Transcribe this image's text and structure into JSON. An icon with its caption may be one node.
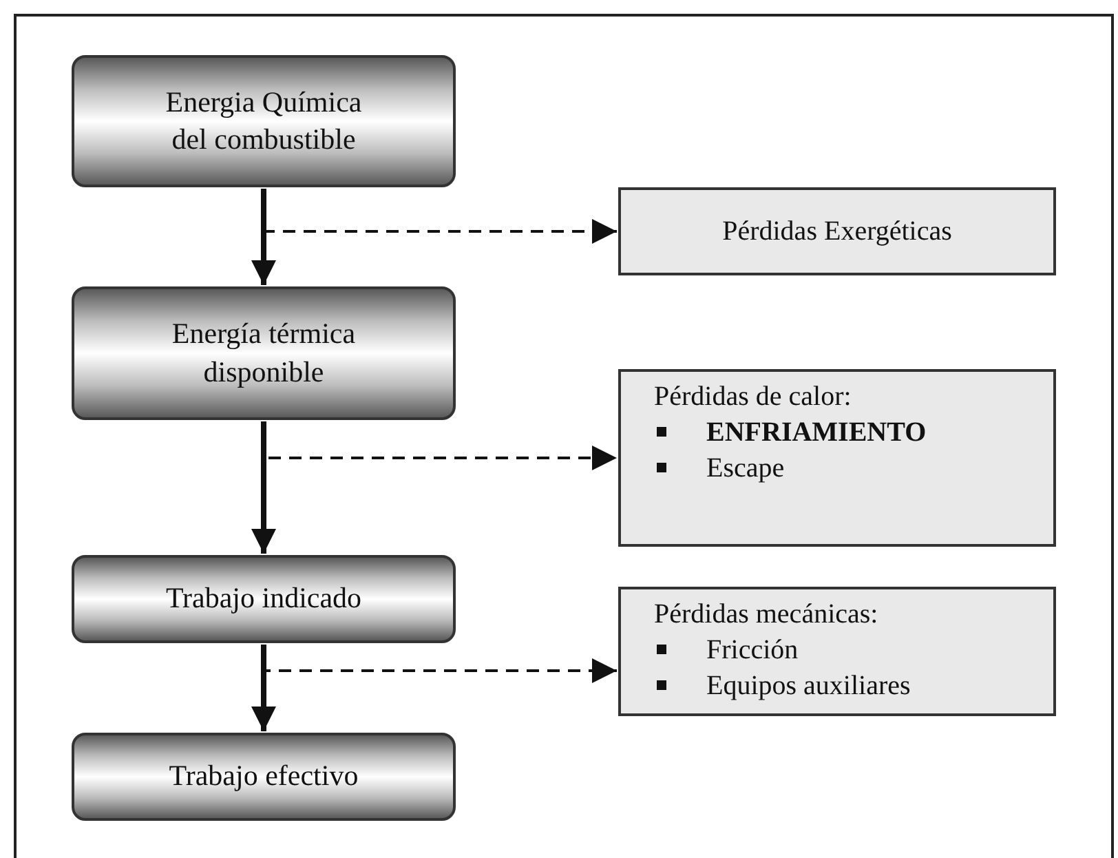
{
  "diagram": {
    "nodes": [
      {
        "text": [
          "Energia Química del combustible"
        ]
      },
      {
        "text": [
          "Energía térmica disponible"
        ]
      },
      {
        "text": [
          "Trabajo indicado"
        ]
      },
      {
        "text": [
          "Trabajo efectivo"
        ]
      },
      {
        "text": [
          "Pérdidas Exergéticas"
        ]
      },
      {
        "text": [
          "Pérdidas de calor:",
          "**ENFRIAMIENTO**",
          "Escape"
        ]
      },
      {
        "text": [
          "Pérdidas mecánicas:",
          "Fricción",
          "Equipos auxiliares"
        ]
      }
    ],
    "edges": [
      {
        "from": 0,
        "to": 1,
        "arrow": "to",
        "style": "thick"
      },
      {
        "from": 1,
        "to": 2,
        "arrow": "to",
        "style": "thick"
      },
      {
        "from": 2,
        "to": 3,
        "arrow": "to",
        "style": "thick"
      },
      {
        "from": 0,
        "to": 4,
        "arrow": "to",
        "style": "dashed"
      },
      {
        "from": 1,
        "to": 5,
        "arrow": "to",
        "style": "dashed"
      },
      {
        "from": 2,
        "to": 6,
        "arrow": "to",
        "style": "dashed"
      }
    ]
  }
}
